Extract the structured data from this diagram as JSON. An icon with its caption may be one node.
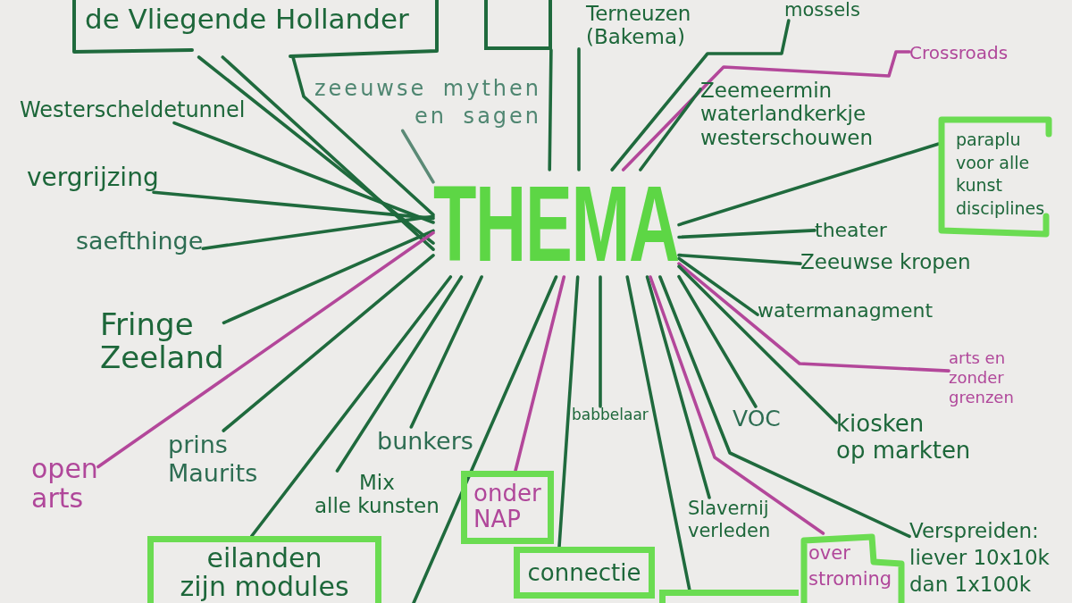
{
  "diagram": {
    "nodes": [
      {
        "text": [
          "THEMA"
        ]
      },
      {
        "text": [
          "de Vliegende Hollander"
        ]
      },
      {
        "text": [],
        "shape": "box"
      },
      {
        "text": [
          "zeeuwse mythen en sagen"
        ]
      },
      {
        "text": [
          "Terneuzen (Bakema)"
        ]
      },
      {
        "text": [
          "mossels"
        ]
      },
      {
        "text": [
          "Crossroads"
        ]
      },
      {
        "text": [
          "Zeemeermin waterlandkerkje westerschouwen"
        ]
      },
      {
        "text": [
          "Westerscheldetunnel"
        ]
      },
      {
        "text": [
          "vergrijzing"
        ]
      },
      {
        "text": [
          "saefthinge"
        ]
      },
      {
        "text": [
          "paraplu voor alle kunst disciplines"
        ]
      },
      {
        "text": [
          "theater"
        ]
      },
      {
        "text": [
          "Zeeuwse kropen"
        ]
      },
      {
        "text": [
          "watermanagment"
        ]
      },
      {
        "text": [
          "Fringe Zeeland"
        ]
      },
      {
        "text": [
          "arts en zonder grenzen"
        ]
      },
      {
        "text": [
          "open arts"
        ]
      },
      {
        "text": [
          "prins Maurits"
        ]
      },
      {
        "text": [
          "bunkers"
        ]
      },
      {
        "text": [
          "babbelaar"
        ]
      },
      {
        "text": [
          "VOC"
        ]
      },
      {
        "text": [
          "kiosken op markten"
        ]
      },
      {
        "text": [
          "Mix alle kunsten"
        ]
      },
      {
        "text": [
          "onder NAP"
        ]
      },
      {
        "text": [
          "Slavernij verleden"
        ]
      },
      {
        "text": [
          "Verspreiden: liever 10x10k dan 1x100k"
        ]
      },
      {
        "text": [
          "eilanden zijn modules"
        ]
      },
      {
        "text": [
          "connectie"
        ]
      },
      {
        "text": [
          "over stroming"
        ]
      },
      {
        "text": [],
        "shape": "box"
      }
    ],
    "edges": [
      {
        "from": 0,
        "to": 1,
        "arrow": "none"
      },
      {
        "from": 0,
        "to": 1,
        "arrow": "none"
      },
      {
        "from": 0,
        "to": 1,
        "arrow": "none"
      },
      {
        "from": 0,
        "to": 2,
        "arrow": "none"
      },
      {
        "from": 0,
        "to": 3,
        "arrow": "none",
        "color": "#5b8a76"
      },
      {
        "from": 0,
        "to": 4,
        "arrow": "none"
      },
      {
        "from": 0,
        "to": 5,
        "arrow": "none"
      },
      {
        "from": 0,
        "to": 6,
        "arrow": "none",
        "color": "#b3479a"
      },
      {
        "from": 0,
        "to": 7,
        "arrow": "none"
      },
      {
        "from": 0,
        "to": 8,
        "arrow": "none"
      },
      {
        "from": 0,
        "to": 9,
        "arrow": "none"
      },
      {
        "from": 0,
        "to": 10,
        "arrow": "none"
      },
      {
        "from": 0,
        "to": 11,
        "arrow": "none"
      },
      {
        "from": 0,
        "to": 12,
        "arrow": "none"
      },
      {
        "from": 0,
        "to": 13,
        "arrow": "none"
      },
      {
        "from": 0,
        "to": 14,
        "arrow": "none"
      },
      {
        "from": 0,
        "to": 15,
        "arrow": "none"
      },
      {
        "from": 0,
        "to": 16,
        "arrow": "none",
        "color": "#b3479a"
      },
      {
        "from": 0,
        "to": 17,
        "arrow": "none",
        "color": "#b3479a"
      },
      {
        "from": 0,
        "to": 18,
        "arrow": "none"
      },
      {
        "from": 0,
        "to": 19,
        "arrow": "none"
      },
      {
        "from": 0,
        "to": 20,
        "arrow": "none"
      },
      {
        "from": 0,
        "to": 21,
        "arrow": "none"
      },
      {
        "from": 0,
        "to": 22,
        "arrow": "none"
      },
      {
        "from": 0,
        "to": 23,
        "arrow": "none"
      },
      {
        "from": 0,
        "to": 24,
        "arrow": "none",
        "color": "#b3479a"
      },
      {
        "from": 0,
        "to": 25,
        "arrow": "none"
      },
      {
        "from": 0,
        "to": 26,
        "arrow": "none"
      },
      {
        "from": 0,
        "to": 27,
        "arrow": "none"
      },
      {
        "from": 0,
        "to": 28,
        "arrow": "none"
      },
      {
        "from": 0,
        "to": 29,
        "arrow": "none",
        "color": "#b3479a"
      },
      {
        "from": 0,
        "to": 30,
        "arrow": "none"
      },
      {
        "from": 0,
        "to": null,
        "arrow": "none"
      }
    ]
  }
}
